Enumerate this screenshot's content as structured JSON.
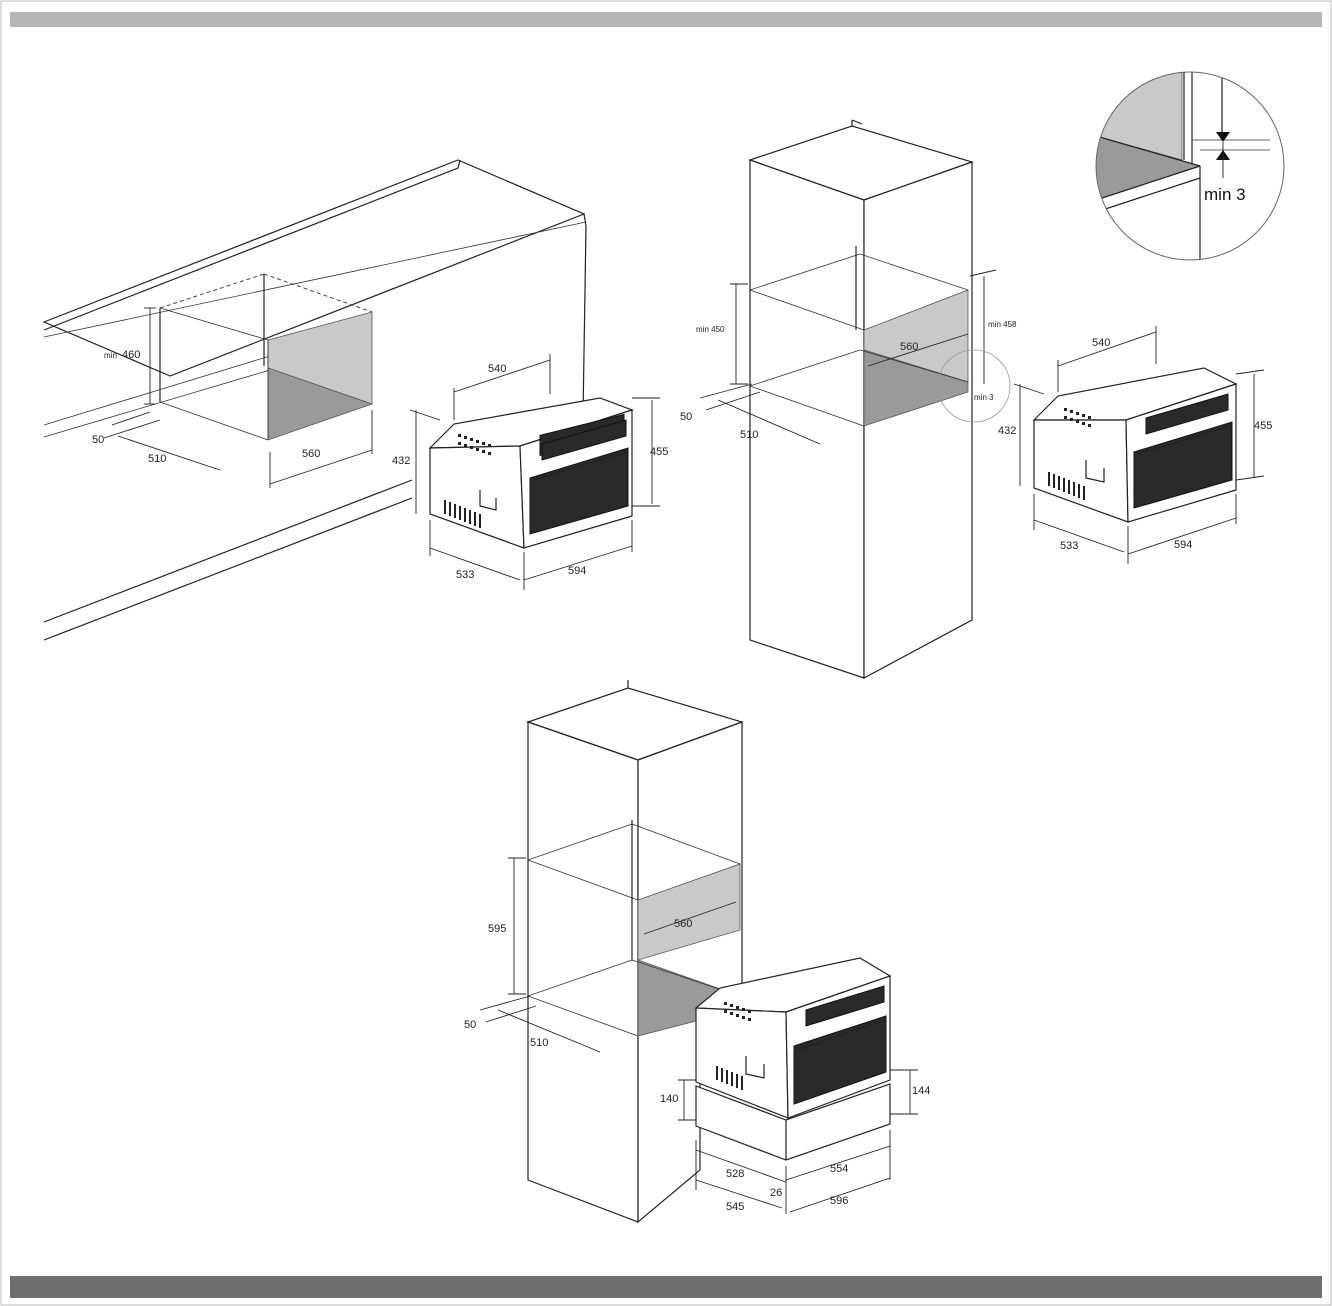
{
  "dimension_labels": {
    "countertop": {
      "min_prefix": "min",
      "height": "460",
      "gap": "50",
      "depth": "510",
      "width": "560"
    },
    "oven_countertop": {
      "top_width": "540",
      "side_height": "432",
      "front_height": "455",
      "depth": "533",
      "width": "594"
    },
    "tall_cabinet": {
      "min_height": "min 450",
      "min_height_right": "min 458",
      "width": "560",
      "gap": "50",
      "depth": "510",
      "clearance": "min 3"
    },
    "oven_tall": {
      "top_width": "540",
      "side_height": "432",
      "front_height": "455",
      "depth": "533",
      "width": "594"
    },
    "detail_inset": {
      "clearance": "min 3"
    },
    "drawer_cabinet": {
      "height": "595",
      "width": "560",
      "gap": "50",
      "depth": "510",
      "drawer_height_left": "140",
      "drawer_height_right": "144",
      "drawer_depth": "528",
      "offset": "26",
      "drawer_width": "554",
      "total_depth": "545",
      "total_width": "596"
    }
  },
  "colors": {
    "band_top": "#b5b5b5",
    "band_bottom": "#6e6e6e",
    "niche_light": "#c9c9c9",
    "niche_dark": "#9a9a9a"
  }
}
